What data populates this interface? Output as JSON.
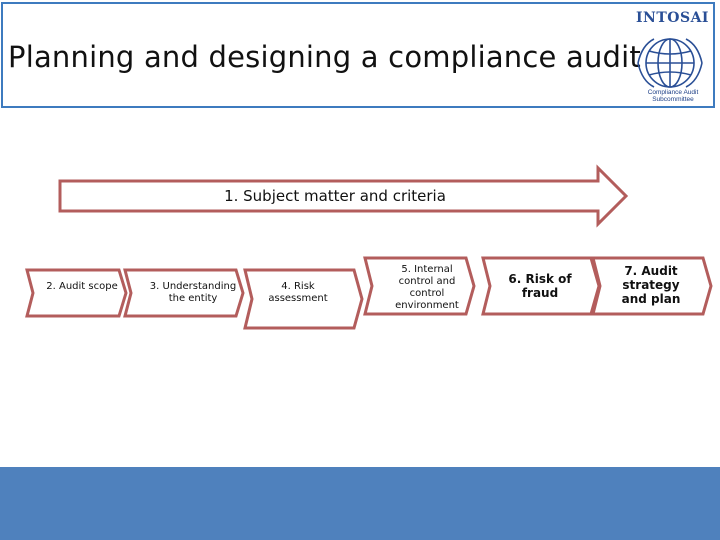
{
  "header": {
    "title": "Planning and designing a compliance audit",
    "logo_name": "INTOSAI",
    "logo_subtitle": "Compliance Audit Subcommittee"
  },
  "main_arrow": {
    "label": "1. Subject matter and criteria"
  },
  "steps": [
    {
      "label": "2. Audit scope"
    },
    {
      "label": "3. Understanding the entity"
    },
    {
      "label": "4. Risk assessment"
    },
    {
      "label": "5. Internal control and control environment"
    },
    {
      "label": "6. Risk of fraud"
    },
    {
      "label": "7. Audit strategy and plan"
    }
  ],
  "colors": {
    "arrow_stroke": "#b35d5c",
    "header_border": "#3e7bbf",
    "footer_bar": "#4f81bd",
    "logo_blue": "#2a4f96"
  }
}
